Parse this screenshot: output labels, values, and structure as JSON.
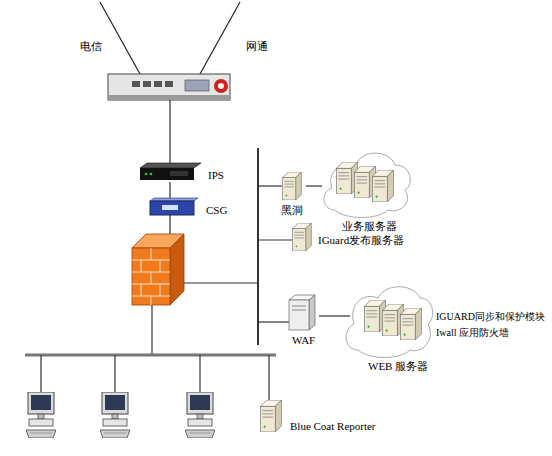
{
  "diagram": {
    "nodes": [
      {
        "text": [
          "IPS"
        ]
      },
      {
        "text": [
          "CSG"
        ]
      },
      {
        "text": [
          "黑洞"
        ]
      },
      {
        "text": [
          "业务服务器"
        ]
      },
      {
        "text": [
          "IGuard发布服务器"
        ]
      },
      {
        "text": [
          "WAF"
        ]
      },
      {
        "text": [
          "IGUARD同步和保护模块",
          "Iwall 应用防火墙",
          "WEB 服务器"
        ]
      },
      {
        "text": [
          "Blue Coat Reporter"
        ]
      }
    ],
    "edges": [
      {
        "from": 0,
        "to": 1,
        "arrow": "none"
      },
      {
        "from": 2,
        "to": 3,
        "arrow": "none"
      },
      {
        "from": 5,
        "to": 6,
        "arrow": "none"
      }
    ],
    "labels": [
      "电信",
      "网通"
    ]
  }
}
